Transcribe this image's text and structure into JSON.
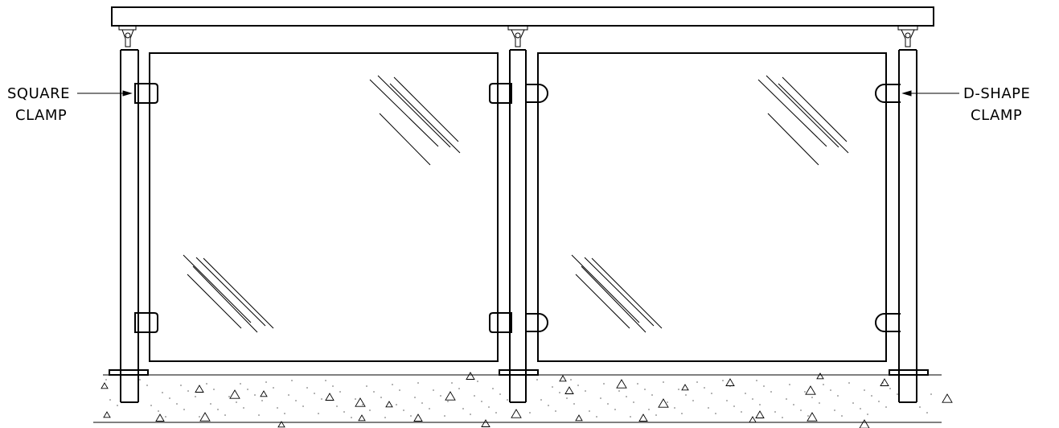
{
  "labels": {
    "left": {
      "line1": "SQUARE",
      "line2": "CLAMP"
    },
    "right": {
      "line1": "D-SHAPE",
      "line2": "CLAMP"
    }
  },
  "colors": {
    "line": "#000000",
    "background": "#ffffff"
  }
}
